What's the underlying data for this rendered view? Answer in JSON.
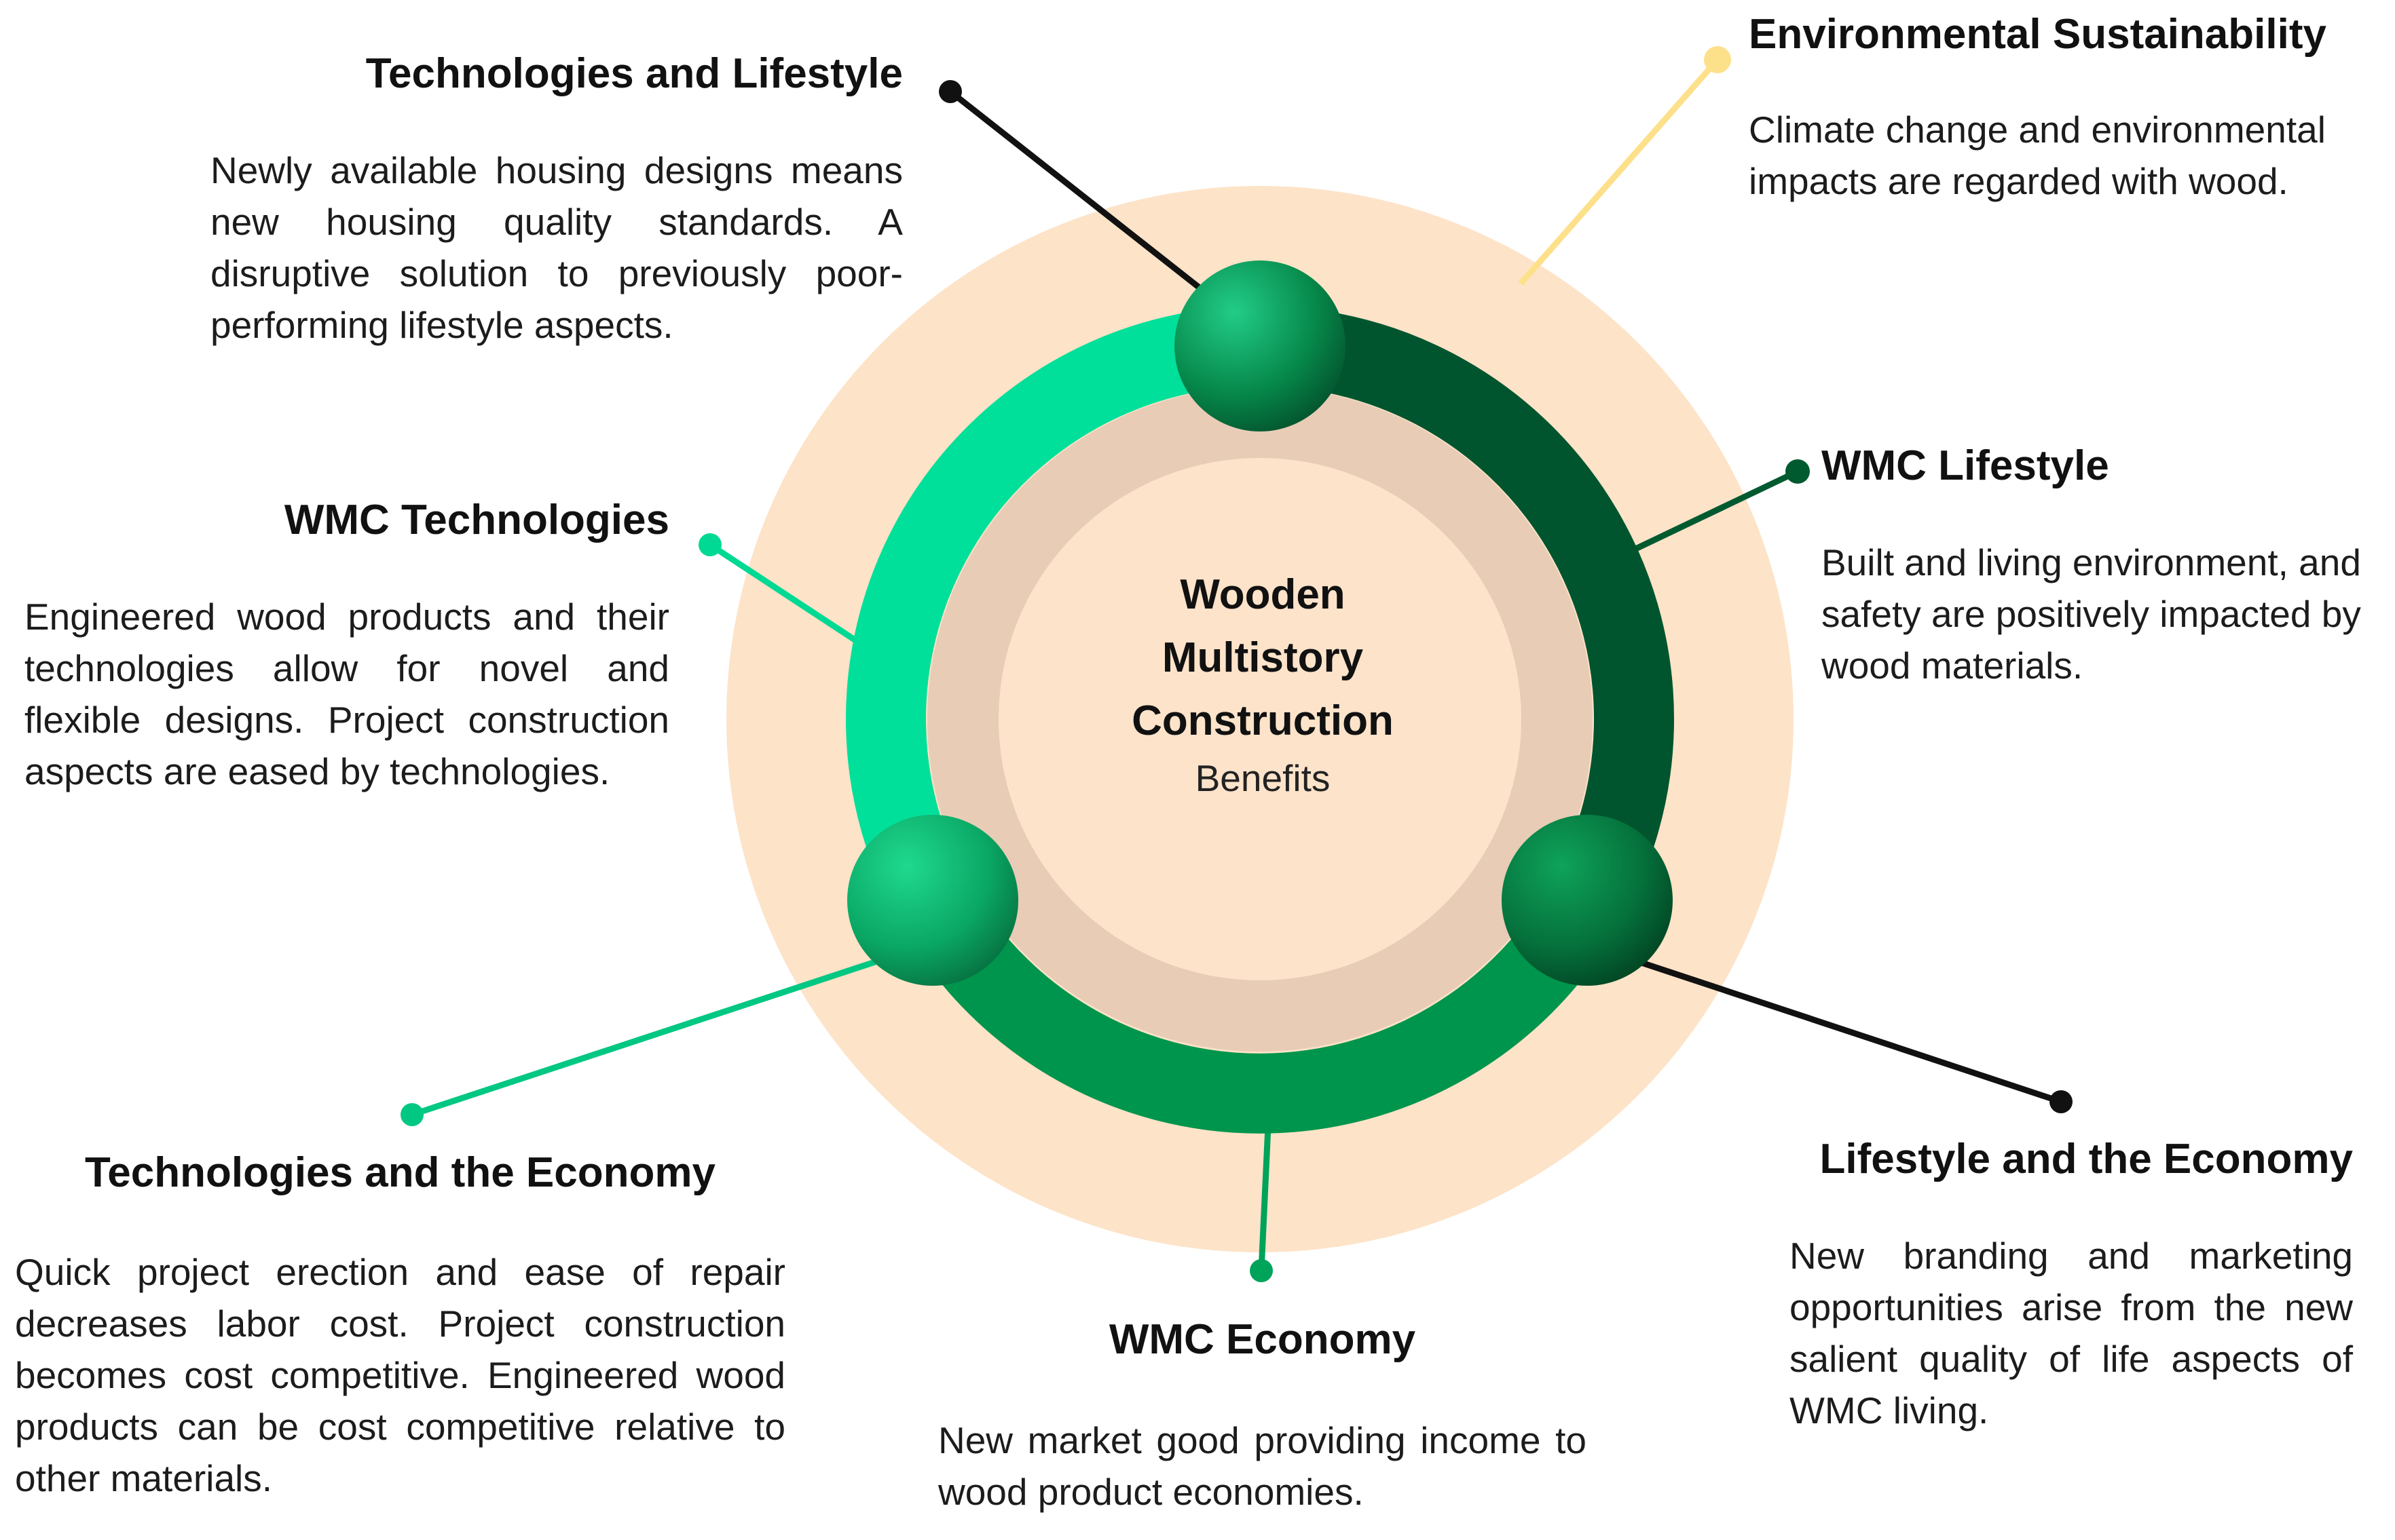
{
  "center": {
    "line1": "Wooden",
    "line2": "Multistory",
    "line3": "Construction",
    "subtitle": "Benefits"
  },
  "nodes": [
    {
      "id": "technologies-and-lifestyle",
      "title": "Technologies and Lifestyle",
      "body": "Newly available housing designs means new housing quality standards. A disruptive solution to previously poor-performing lifestyle aspects."
    },
    {
      "id": "environmental-sustainability",
      "title": "Environmental Sustainability",
      "body": "Climate change and environmental impacts are regarded with wood."
    },
    {
      "id": "wmc-lifestyle",
      "title": "WMC Lifestyle",
      "body": "Built and living environment, and safety are positively impacted by wood materials."
    },
    {
      "id": "wmc-technologies",
      "title": "WMC Technologies",
      "body": "Engineered wood products and their technologies allow for novel and flexible designs. Project construction aspects are eased by technologies."
    },
    {
      "id": "technologies-and-the-economy",
      "title": "Technologies and the Economy",
      "body": "Quick project erection and ease of repair decreases labor cost. Project construction becomes cost competitive. Engineered wood products can be cost competitive relative to other materials."
    },
    {
      "id": "lifestyle-and-the-economy",
      "title": "Lifestyle and the Economy",
      "body": "New branding and marketing opportunities arise from the new salient quality of life aspects of WMC living."
    },
    {
      "id": "wmc-economy",
      "title": "WMC Economy",
      "body": "New market good providing income to wood product economies."
    }
  ],
  "colors": {
    "outer_disc": "#fde3c8",
    "inner_ring": "#e8ccb6",
    "core": "#fce3ca",
    "ring_technologies": "#00e09a",
    "ring_lifestyle": "#00552e",
    "ring_economy": "#00954c",
    "line_dark": "#111111",
    "line_yellow": "#fde08a"
  }
}
